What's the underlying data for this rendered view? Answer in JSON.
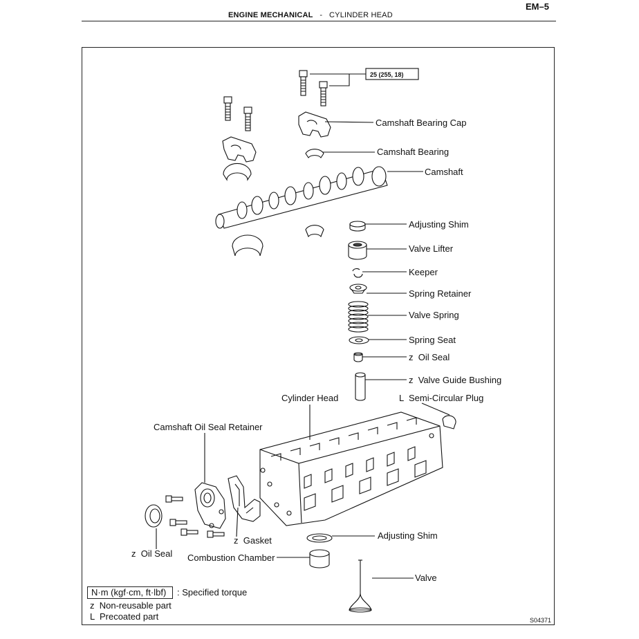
{
  "header": {
    "section": "ENGINE MECHANICAL",
    "separator": "-",
    "subsection": "CYLINDER HEAD",
    "page": "EM–5"
  },
  "torque_spec": "25 (255, 18)",
  "labels": {
    "camshaft_bearing_cap": "Camshaft Bearing Cap",
    "camshaft_bearing": "Camshaft Bearing",
    "camshaft": "Camshaft",
    "adjusting_shim_upper": "Adjusting Shim",
    "valve_lifter": "Valve Lifter",
    "keeper": "Keeper",
    "spring_retainer": "Spring Retainer",
    "valve_spring": "Valve Spring",
    "spring_seat": "Spring Seat",
    "oil_seal_valve": "z  Oil Seal",
    "valve_guide_bushing": "z  Valve Guide Bushing",
    "semi_circular_plug": "L  Semi-Circular Plug",
    "cylinder_head": "Cylinder Head",
    "camshaft_oil_seal_retainer": "Camshaft Oil Seal Retainer",
    "gasket": "z  Gasket",
    "oil_seal_front": "z  Oil Seal",
    "combustion_chamber": "Combustion Chamber",
    "adjusting_shim_lower": "Adjusting Shim",
    "valve": "Valve"
  },
  "legend": {
    "torque_unit": "N·m (kgf·cm, ft·lbf)",
    "torque_desc": ": Specified torque",
    "non_reusable": "z  Non-reusable part",
    "precoated": "L  Precoated part"
  },
  "figure_id": "S04371"
}
